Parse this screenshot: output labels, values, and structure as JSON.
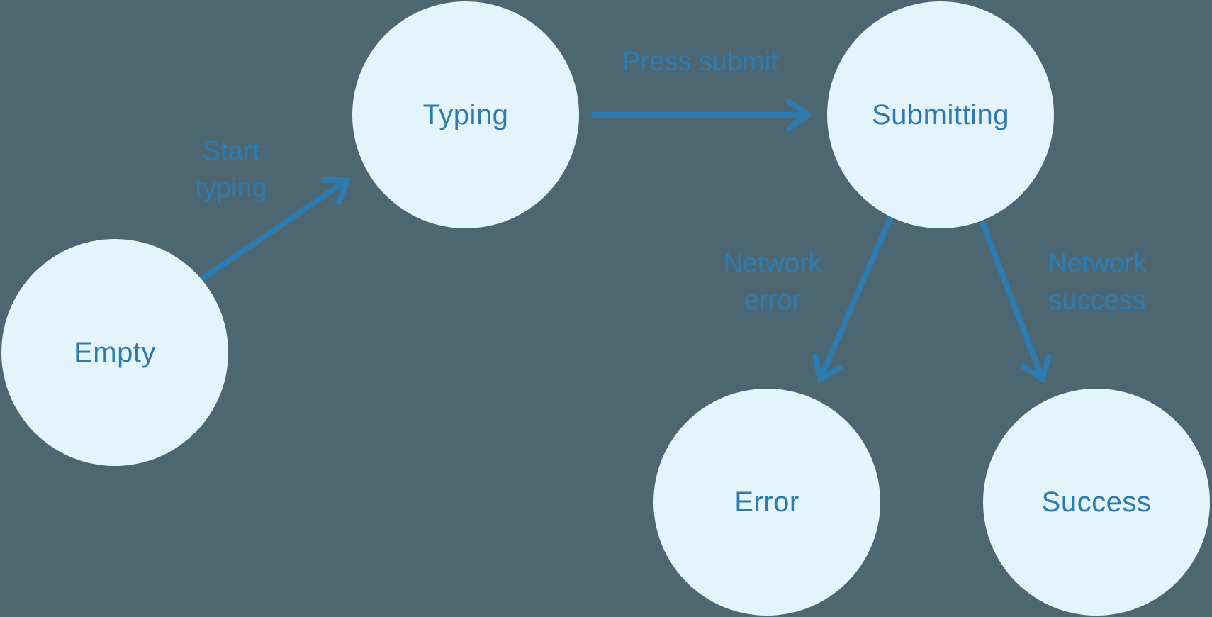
{
  "diagram": {
    "type": "state-machine",
    "colors": {
      "background": "#4D6772",
      "node_fill": "#E3F4FD",
      "accent": "#2D7BB0"
    },
    "nodes": [
      {
        "id": "empty",
        "label": "Empty"
      },
      {
        "id": "typing",
        "label": "Typing"
      },
      {
        "id": "submitting",
        "label": "Submitting"
      },
      {
        "id": "error",
        "label": "Error"
      },
      {
        "id": "success",
        "label": "Success"
      }
    ],
    "transitions": [
      {
        "from": "empty",
        "to": "typing",
        "label": "Start typing"
      },
      {
        "from": "typing",
        "to": "submitting",
        "label": "Press submit"
      },
      {
        "from": "submitting",
        "to": "error",
        "label": "Network error"
      },
      {
        "from": "submitting",
        "to": "success",
        "label": "Network success"
      }
    ]
  }
}
